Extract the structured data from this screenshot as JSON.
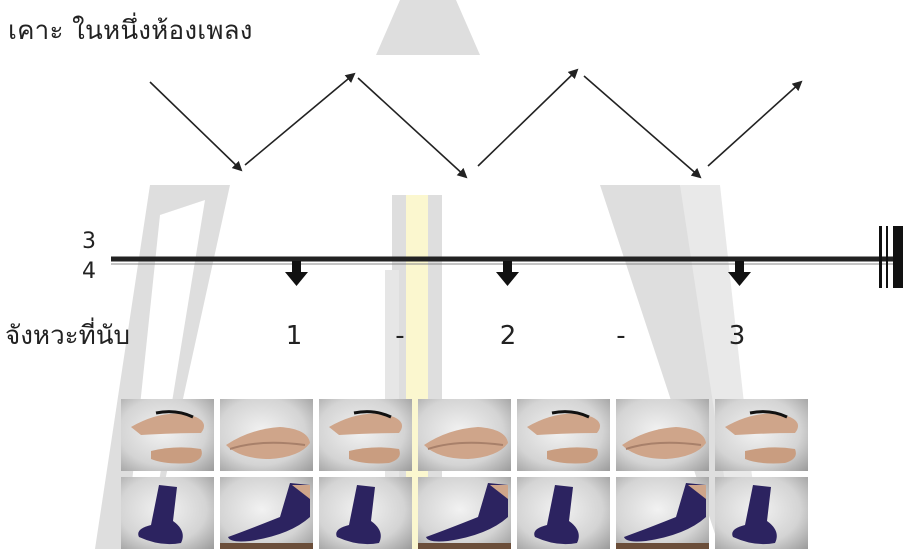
{
  "title": "เคาะ ในหนึ่งห้องเพลง",
  "time_signature": {
    "top": "3",
    "bottom": "4"
  },
  "count_label": "จังหวะที่นับ",
  "counts": [
    "1",
    "-",
    "2",
    "-",
    "3"
  ],
  "hand_frames": [
    "open",
    "clap",
    "open",
    "clap",
    "open",
    "clap",
    "open"
  ],
  "foot_frames": [
    "up",
    "down",
    "up",
    "down",
    "up",
    "down",
    "up"
  ],
  "colors": {
    "line": "#222222",
    "watermark": "#dedede",
    "watermark_accent": "#fbf7cf",
    "sock": "#2c2360",
    "skin": "#cfa58a"
  }
}
